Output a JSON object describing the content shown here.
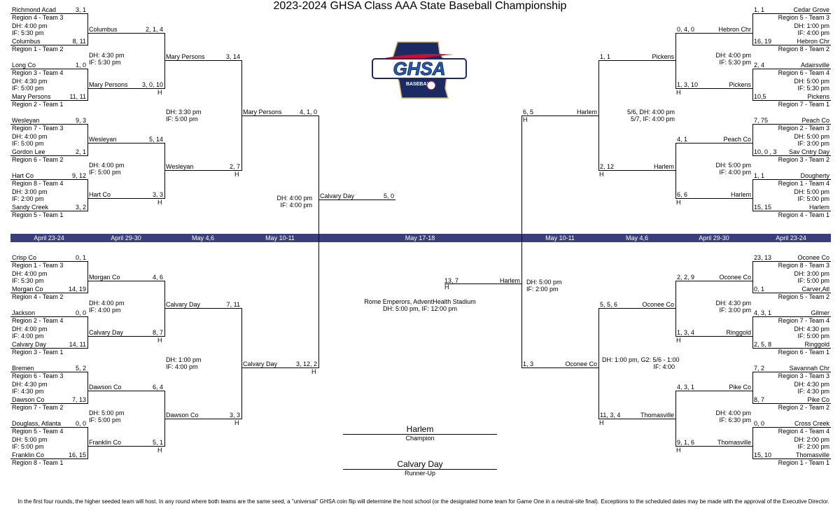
{
  "title": "2023-2024 GHSA Class AAA State Baseball Championship",
  "dates": [
    "April 23-24",
    "April 29-30",
    "May 4,6",
    "May 10-11",
    "May 17-18",
    "May 10-11",
    "May 4,6",
    "April 29-30",
    "April 23-24"
  ],
  "r1_left": [
    {
      "t1": "Richmond Acad",
      "s1": "3, 1",
      "seed1": "Region 4 - Team 3",
      "t2": "Columbus",
      "s2": "8, 11",
      "seed2": "Region 1 - Team 2",
      "dh": "DH: 4:00 pm",
      "if": "IF: 5:30 pm"
    },
    {
      "t1": "Long Co",
      "s1": "1, 0",
      "seed1": "Region 3 - Team 4",
      "t2": "Mary Persons",
      "s2": "11, 11",
      "seed2": "Region 2 - Team 1",
      "dh": "DH: 4:30 pm",
      "if": "IF: 5:00 pm"
    },
    {
      "t1": "Wesleyan",
      "s1": "9, 3",
      "seed1": "Region 7 - Team 3",
      "t2": "Gordon Lee",
      "s2": "2, 1",
      "seed2": "Region 6 - Team 2",
      "dh": "DH: 4:00 pm",
      "if": "IF: 5:00 pm"
    },
    {
      "t1": "Hart Co",
      "s1": "9, 12",
      "seed1": "Region 8 - Team 4",
      "t2": "Sandy Creek",
      "s2": "3, 2",
      "seed2": "Region 5 - Team 1",
      "dh": "DH: 3:00 pm",
      "if": "IF: 2:00 pm"
    },
    {
      "t1": "Crisp Co",
      "s1": "0, 1",
      "seed1": "Region 1 - Team 3",
      "t2": "Morgan Co",
      "s2": "14, 19",
      "seed2": "Region 4 - Team 2",
      "dh": "DH: 4:00 pm",
      "if": "IF: 5:30 pm"
    },
    {
      "t1": "Jackson",
      "s1": "0, 0",
      "seed1": "Region 2 - Team 4",
      "t2": "Calvary Day",
      "s2": "14, 11",
      "seed2": "Region 3 - Team 1",
      "dh": "DH: 4:00 pm",
      "if": "IF: 4:00 pm"
    },
    {
      "t1": "Bremen",
      "s1": "5, 2",
      "seed1": "Region 6 - Team 3",
      "t2": "Dawson Co",
      "s2": "7, 13",
      "seed2": "Region 7 - Team 2",
      "dh": "DH: 4:30 pm",
      "if": "IF: 4:30 pm"
    },
    {
      "t1": "Douglass, Atlanta",
      "s1": "0, 0",
      "seed1": "Region 5 - Team 4",
      "t2": "Franklin Co",
      "s2": "16, 15",
      "seed2": "Region 8 - Team 1",
      "dh": "DH: 5:00 pm",
      "if": "IF: 5:00 pm"
    }
  ],
  "r2_left": [
    {
      "t1": "Columbus",
      "s1": "2, 1, 4",
      "t2": "Mary Persons",
      "s2": "3, 0, 10",
      "h": "H",
      "dh": "DH: 4:30 pm",
      "if": "IF: 5:30 pm"
    },
    {
      "t1": "Wesleyan",
      "s1": "5, 14",
      "t2": "Hart Co",
      "s2": "3, 3",
      "h": "H",
      "dh": "DH: 4:00 pm",
      "if": "IF: 5:00 pm"
    },
    {
      "t1": "Morgan Co",
      "s1": "4, 6",
      "t2": "Calvary Day",
      "s2": "8, 7",
      "h": "H",
      "dh": "DH: 4:00 pm",
      "if": "IF: 4:00 pm"
    },
    {
      "t1": "Dawson Co",
      "s1": "6, 4",
      "t2": "Franklin Co",
      "s2": "5, 1",
      "h": "H",
      "dh": "DH: 5:00 pm",
      "if": "IF: 5:00 pm"
    }
  ],
  "qf_left": [
    {
      "t1": "Mary Persons",
      "s1": "3, 14",
      "t2": "Wesleyan",
      "s2": "2, 7",
      "h": "H",
      "dh": "DH: 3:30 pm",
      "if": "IF: 5:00 pm"
    },
    {
      "t1": "Calvary Day",
      "s1": "7, 11",
      "t2": "Dawson Co",
      "s2": "3, 3",
      "h": "H",
      "dh": "DH: 1:00 pm",
      "if": "IF: 4:00 pm"
    }
  ],
  "sf_left": {
    "t1": "Mary Persons",
    "s1": "4, 1,  0",
    "t2": "Calvary Day",
    "s2": "3, 12,  2",
    "h": "H",
    "dh": "DH: 4:00 pm",
    "if": "IF: 4:00 pm"
  },
  "final": {
    "t1": "Calvary Day",
    "s1": "5, 0",
    "t2": "Harlem",
    "s2": "13, 7",
    "h": "H",
    "venue": "Rome Emperors, AdventHealth Stadium",
    "venue_time": "DH: 5:00 pm, IF: 12:00 pm"
  },
  "sf_right": {
    "t1": "Harlem",
    "s1": "6, 5",
    "t2": "Oconee Co",
    "s2": "1, 3",
    "h": "H",
    "dh": "DH: 5:00 pm",
    "if": "IF: 2:00 pm"
  },
  "qf_right": [
    {
      "t1": "Pickens",
      "s1": "1, 1",
      "t2": "Harlem",
      "s2": "2, 12",
      "h": "H",
      "dh": "5/6, DH: 4:00 pm",
      "if": "5/7, IF: 4:00 pm"
    },
    {
      "t1": "Oconee Co",
      "s1": "5, 5, 6",
      "t2": "Thomasville",
      "s2": "11, 3, 4",
      "h": "H",
      "dh": "DH: 1:00 pm, G2: 5/6 - 1:00",
      "if": "IF: 4:00"
    }
  ],
  "r2_right": [
    {
      "t1": "Hebron Chr",
      "s1": "0, 4, 0",
      "t2": "Pickens",
      "s2": "1, 3, 10",
      "h": "H",
      "dh": "DH: 4:00 pm",
      "if": "IF: 5:30 pm"
    },
    {
      "t1": "Peach Co",
      "s1": "4, 1",
      "t2": "Harlem",
      "s2": "6, 6",
      "h": "H",
      "dh": "DH: 5:00 pm",
      "if": "IF: 4:00 pm"
    },
    {
      "t1": "Oconee Co",
      "s1": "2, 2, 9",
      "t2": "Ringgold",
      "s2": "1, 3, 4",
      "h": "H",
      "dh": "DH: 4:30 pm",
      "if": "IF: 3:00 pm"
    },
    {
      "t1": "Pike Co",
      "s1": "4, 3, 1",
      "t2": "Thomasville",
      "s2": "9, 1, 6",
      "h": "H",
      "dh": "DH: 4:00 pm",
      "if": "IF: 6:30 pm"
    }
  ],
  "r1_right": [
    {
      "t1": "Cedar Grove",
      "s1": "1, 1",
      "seed1": "Region 5 - Team 3",
      "t2": "Hebron Chr",
      "s2": "16, 19",
      "seed2": "Region 8 - Team 2",
      "dh": "DH: 1:00 pm",
      "if": "IF: 4:00 pm"
    },
    {
      "t1": "Adairsville",
      "s1": "2, 4",
      "seed1": "Region 6 - Team 4",
      "t2": "Pickens",
      "s2": "10,5",
      "seed2": "Region 7 - Team 1",
      "dh": "DH: 5:00 pm",
      "if": "IF: 5:30 pm"
    },
    {
      "t1": "Peach Co",
      "s1": "7, 75",
      "seed1": "Region 2 - Team 3",
      "t2": "Sav Cntry Day",
      "s2": "10, 0 ,  3",
      "seed2": "Region 3 - Team 2",
      "dh": "DH: 5:00 pm",
      "if": "IF: 3:00 pm"
    },
    {
      "t1": "Dougherty",
      "s1": "1, 1",
      "seed1": "Region 1 - Team 4",
      "t2": "Harlem",
      "s2": "15, 15",
      "seed2": "Region 4 - Team 1",
      "dh": "DH: 5:00 pm",
      "if": "IF: 5:00 pm"
    },
    {
      "t1": "Oconee Co",
      "s1": "23, 13",
      "seed1": "Region 8 - Team 3",
      "t2": "Carver,Atl",
      "s2": "0, 1",
      "seed2": "Region 5 - Team 2",
      "dh": "DH: 3:00 pm",
      "if": "IF: 5:00 pm"
    },
    {
      "t1": "Gilmer",
      "s1": "4, 3, 1",
      "seed1": "Region 7 - Team 4",
      "t2": "Ringgold",
      "s2": "2, 5, 8",
      "seed2": "Region 6 - Team 1",
      "dh": "DH: 4:30 pm",
      "if": "IF: 5:00 pm"
    },
    {
      "t1": "Savannah Chr",
      "s1": "7, 2",
      "seed1": "Region 3 - Team 3",
      "t2": "Pike Co",
      "s2": "8, 7",
      "seed2": "Region 2 - Team 2",
      "dh": "DH: 4:30 pm",
      "if": "IF: 4:30 pm"
    },
    {
      "t1": "Cross Creek",
      "s1": "0, 0",
      "seed1": "Region 4 - Team 4",
      "t2": "Thomasville",
      "s2": "15, 10",
      "seed2": "Region 1 - Team 1",
      "dh": "DH: 2:00 pm",
      "if": "IF: 2:00 pm"
    }
  ],
  "champion": {
    "name": "Harlem",
    "label": "Champion"
  },
  "runner_up": {
    "name": "Calvary Day",
    "label": "Runner-Up"
  },
  "logo": {
    "text": "GHSA",
    "sub": "BASEBALL",
    "colors": {
      "navy": "#1b2a63",
      "red": "#c8102e",
      "blue": "#1f5fb5",
      "gold": "#d9b36c"
    }
  },
  "footnote": "In the first four rounds, the higher seeded team will host. In any round where both teams are the same seed, a \"universal\" GHSA coin flip will determine the host school (or the designated home team for Game One in a neutral-site final). Exceptions to the scheduled dates may be made with the approval of the Executive Director."
}
